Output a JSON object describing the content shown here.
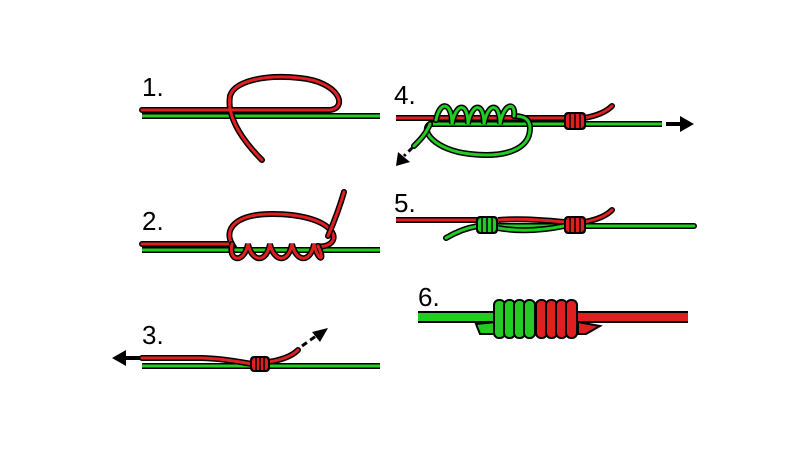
{
  "steps": [
    {
      "label": "1."
    },
    {
      "label": "2."
    },
    {
      "label": "3."
    },
    {
      "label": "4."
    },
    {
      "label": "5."
    },
    {
      "label": "6."
    }
  ],
  "colors": {
    "red_line": "#e02020",
    "green_line": "#22cc22",
    "outline": "#000000",
    "arrow": "#000000",
    "background": "#ffffff"
  },
  "icons": [
    "arrow-left-icon",
    "arrow-right-icon",
    "arrow-down-left-icon",
    "arrow-up-right-icon"
  ]
}
